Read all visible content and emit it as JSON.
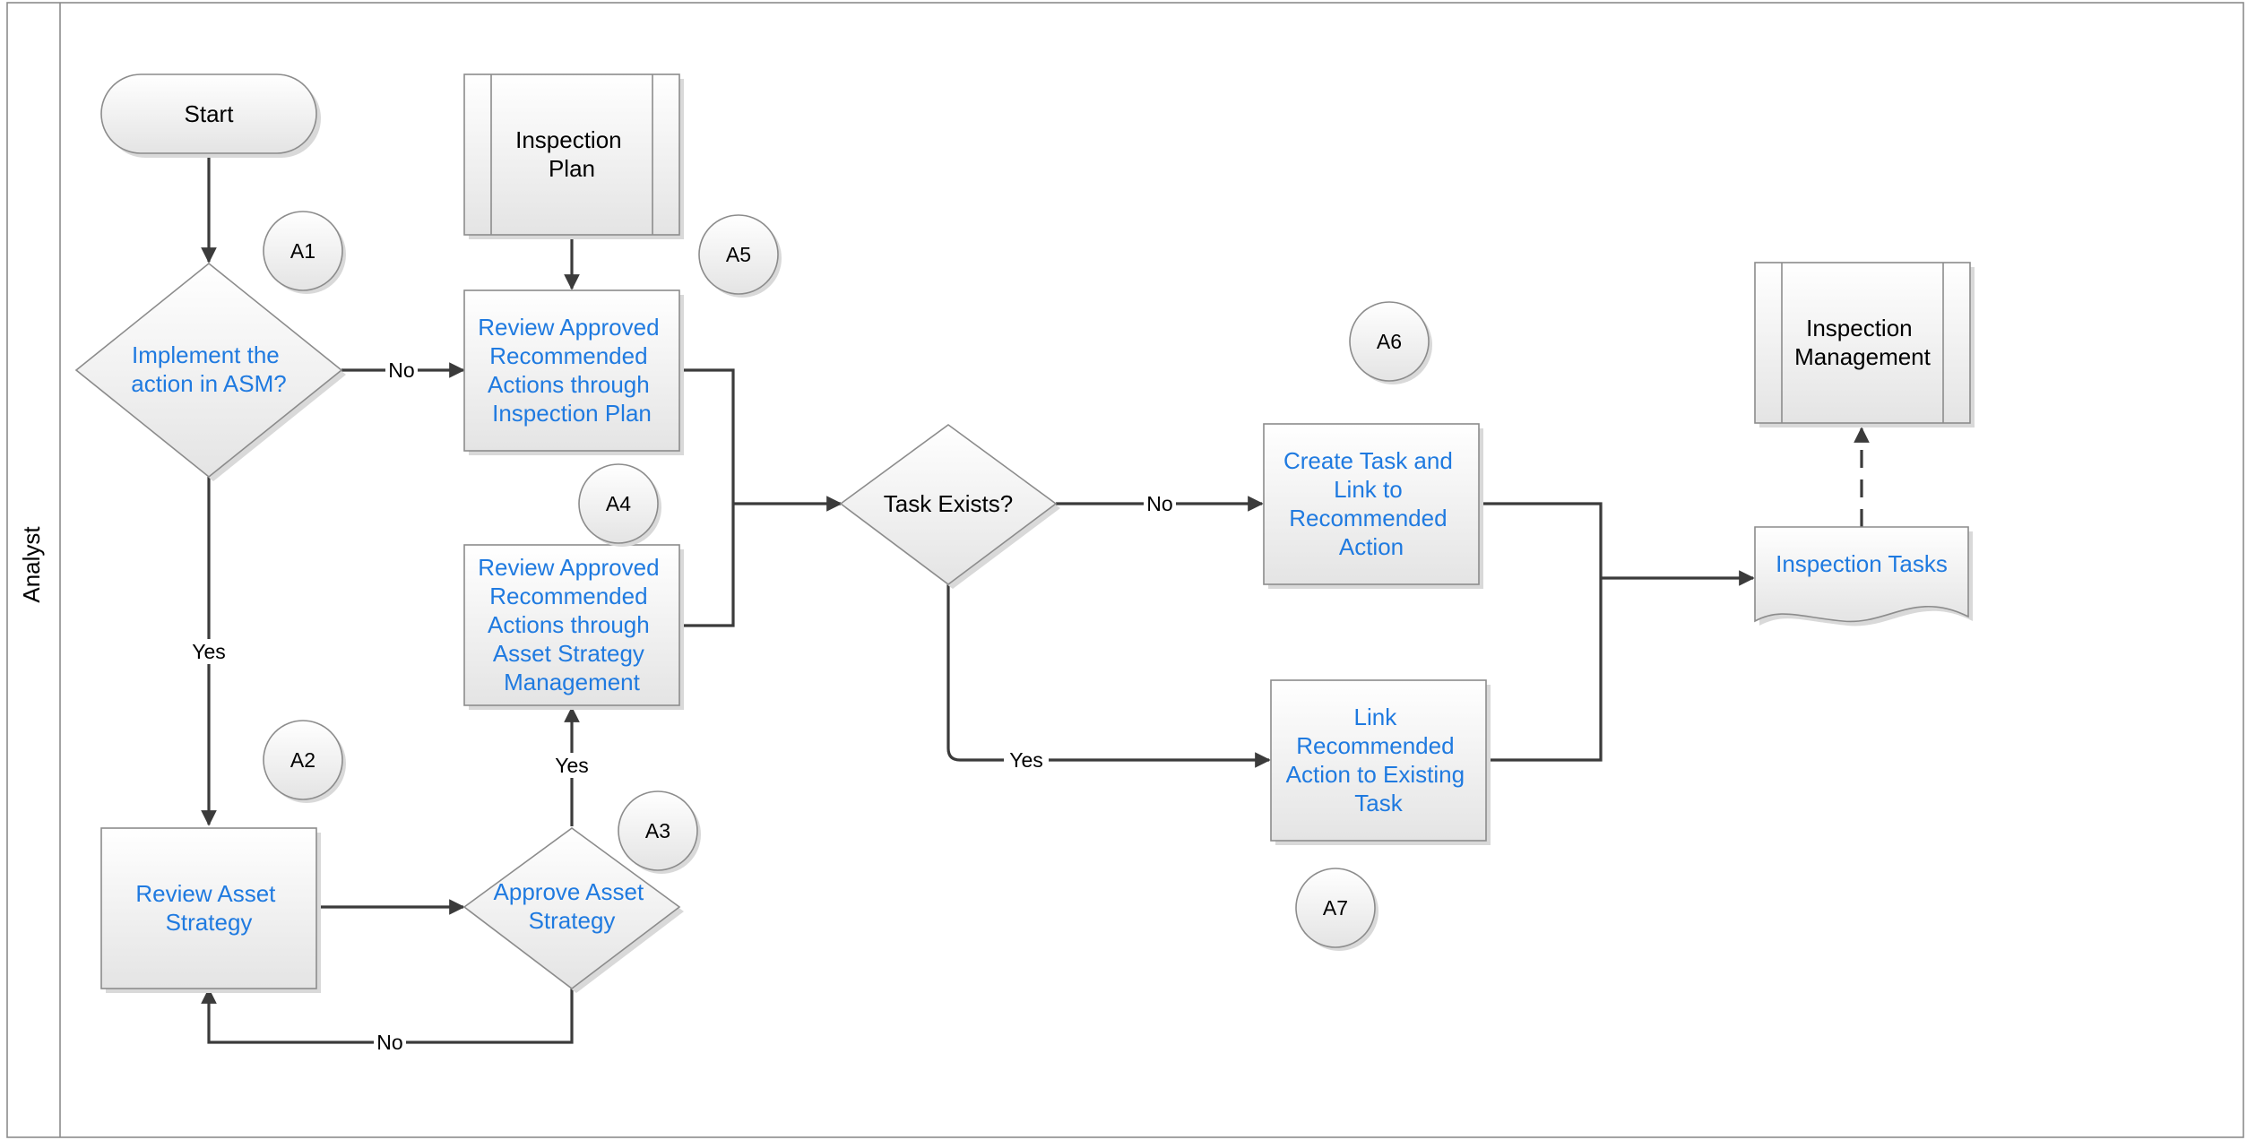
{
  "lane": {
    "label": "Analyst"
  },
  "nodes": {
    "start": {
      "label": "Start"
    },
    "implement_decision": {
      "lines": [
        "Implement the",
        "action in ASM?"
      ]
    },
    "inspection_plan": {
      "lines": [
        "Inspection",
        "Plan"
      ]
    },
    "review_via_plan": {
      "lines": [
        "Review Approved",
        "Recommended",
        "Actions through",
        "Inspection Plan"
      ]
    },
    "review_via_asm": {
      "lines": [
        "Review Approved",
        "Recommended",
        "Actions through",
        "Asset Strategy",
        "Management"
      ]
    },
    "review_asset_strategy": {
      "lines": [
        "Review Asset",
        "Strategy"
      ]
    },
    "approve_asset_strategy": {
      "lines": [
        "Approve Asset",
        "Strategy"
      ]
    },
    "task_exists": {
      "label": "Task Exists?"
    },
    "create_task": {
      "lines": [
        "Create Task and",
        "Link to",
        "Recommended",
        "Action"
      ]
    },
    "link_existing": {
      "lines": [
        "Link",
        "Recommended",
        "Action to Existing",
        "Task"
      ]
    },
    "inspection_tasks": {
      "label": "Inspection Tasks"
    },
    "inspection_management": {
      "lines": [
        "Inspection",
        "Management"
      ]
    }
  },
  "steps": [
    "A1",
    "A2",
    "A3",
    "A4",
    "A5",
    "A6",
    "A7"
  ],
  "edge_labels": {
    "implement_no": "No",
    "implement_yes": "Yes",
    "approve_yes": "Yes",
    "approve_no": "No",
    "task_no": "No",
    "task_yes": "Yes"
  },
  "colors": {
    "link_text": "#1f7ae0",
    "plain_text": "#000000",
    "connector": "#3b3b3b",
    "border": "#8c8c8c"
  }
}
